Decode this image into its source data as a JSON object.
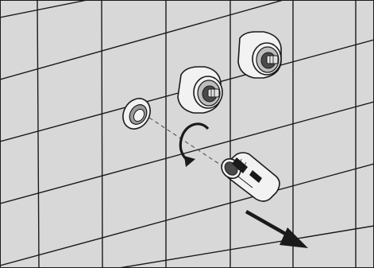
{
  "figure": {
    "kind": "installation-illustration",
    "background_color": "#ffffff",
    "tile_color": "#d8d8d8",
    "grout_color": "#1a1a1a",
    "part_light_color": "#f2f2f2",
    "part_mid_color": "#bdbdbd",
    "part_dark_color": "#1a1a1a"
  },
  "parts": [
    {
      "name": "wall-escutcheon-ring"
    },
    {
      "name": "valve-cartridge-lower"
    },
    {
      "name": "valve-cartridge-upper"
    },
    {
      "name": "control-knob"
    }
  ],
  "indicators": [
    {
      "name": "rotate-counterclockwise-arrow",
      "icon": "rotate-ccw-icon"
    },
    {
      "name": "pull-out-arrow",
      "icon": "arrow-down-right-icon"
    }
  ]
}
